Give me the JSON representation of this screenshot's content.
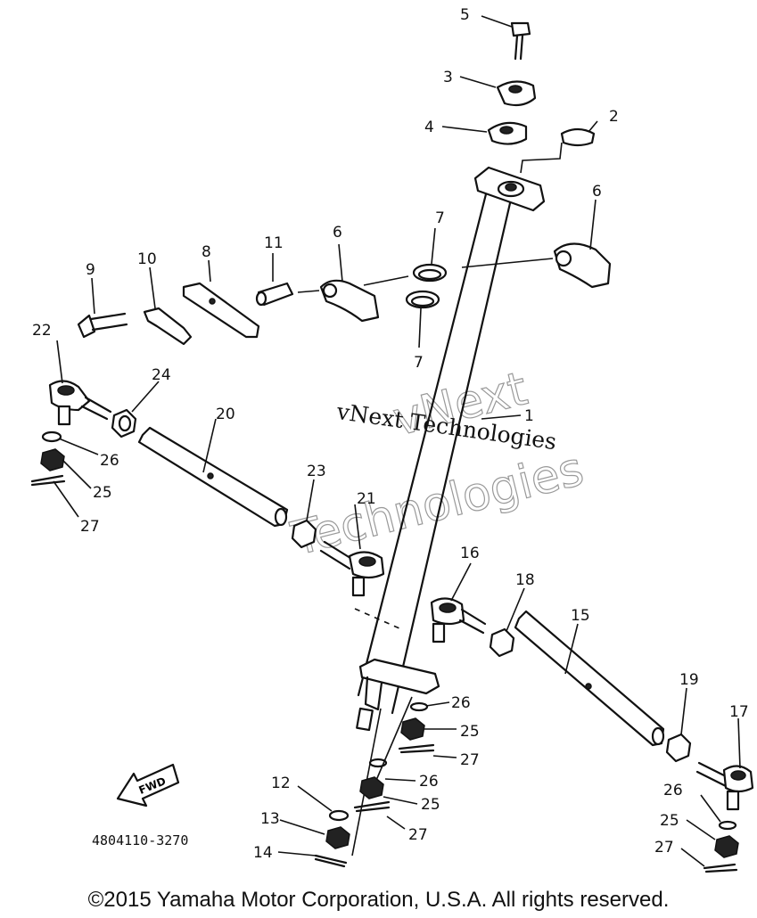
{
  "callouts": {
    "c1": "1",
    "c2": "2",
    "c3": "3",
    "c4": "4",
    "c5": "5",
    "c6a": "6",
    "c6b": "6",
    "c7a": "7",
    "c7b": "7",
    "c8": "8",
    "c9": "9",
    "c10": "10",
    "c11": "11",
    "c12": "12",
    "c13": "13",
    "c14": "14",
    "c15": "15",
    "c16": "16",
    "c17": "17",
    "c18": "18",
    "c19": "19",
    "c20": "20",
    "c21": "21",
    "c22": "22",
    "c23": "23",
    "c24": "24",
    "c25a": "25",
    "c25b": "25",
    "c25c": "25",
    "c25d": "25",
    "c26a": "26",
    "c26b": "26",
    "c26c": "26",
    "c26d": "26",
    "c27a": "27",
    "c27b": "27",
    "c27c": "27",
    "c27d": "27"
  },
  "fwd_label": "FWD",
  "part_number": "4804110-3270",
  "watermark": {
    "line1": "vNext Technologies",
    "outline1": "vNext",
    "outline2": "Technologies"
  },
  "copyright": "©2015 Yamaha Motor Corporation, U.S.A. All rights reserved."
}
